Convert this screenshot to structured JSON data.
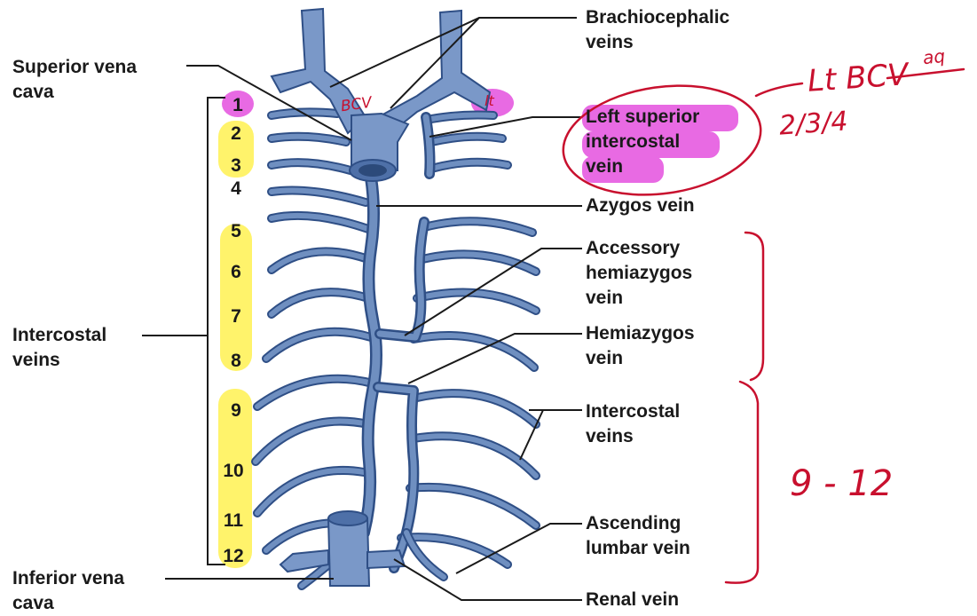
{
  "labels": {
    "brachiocephalic": [
      "Brachiocephalic",
      "veins"
    ],
    "superior_vena_cava": [
      "Superior vena",
      "cava"
    ],
    "left_superior_intercostal": [
      "Left superior",
      "intercostal",
      "vein"
    ],
    "azygos": [
      "Azygos vein"
    ],
    "accessory_hemiazygos": [
      "Accessory",
      "hemiazygos",
      "vein"
    ],
    "intercostal_left": [
      "Intercostal",
      "veins"
    ],
    "hemiazygos": [
      "Hemiazygos",
      "vein"
    ],
    "intercostal_right": [
      "Intercostal",
      "veins"
    ],
    "ascending_lumbar": [
      "Ascending",
      "lumbar vein"
    ],
    "inferior_vena_cava": [
      "Inferior vena",
      "cava"
    ],
    "renal": [
      "Renal vein"
    ]
  },
  "rib_numbers": [
    "1",
    "2",
    "3",
    "4",
    "5",
    "6",
    "7",
    "8",
    "9",
    "10",
    "11",
    "12"
  ],
  "annotations": {
    "bcv": "BCV",
    "lt_small": "lt",
    "lt_bcv": "Lt BCV",
    "superscript": "aq",
    "ribs": "2/3/4",
    "range": "9 - 12"
  },
  "colors": {
    "vein_fill": "#6f8fc0",
    "vein_stroke": "#2f4f86",
    "annotation_red": "#c8102e",
    "highlight_yellow": "#fff36b",
    "highlight_magenta": "#e86ae3"
  }
}
